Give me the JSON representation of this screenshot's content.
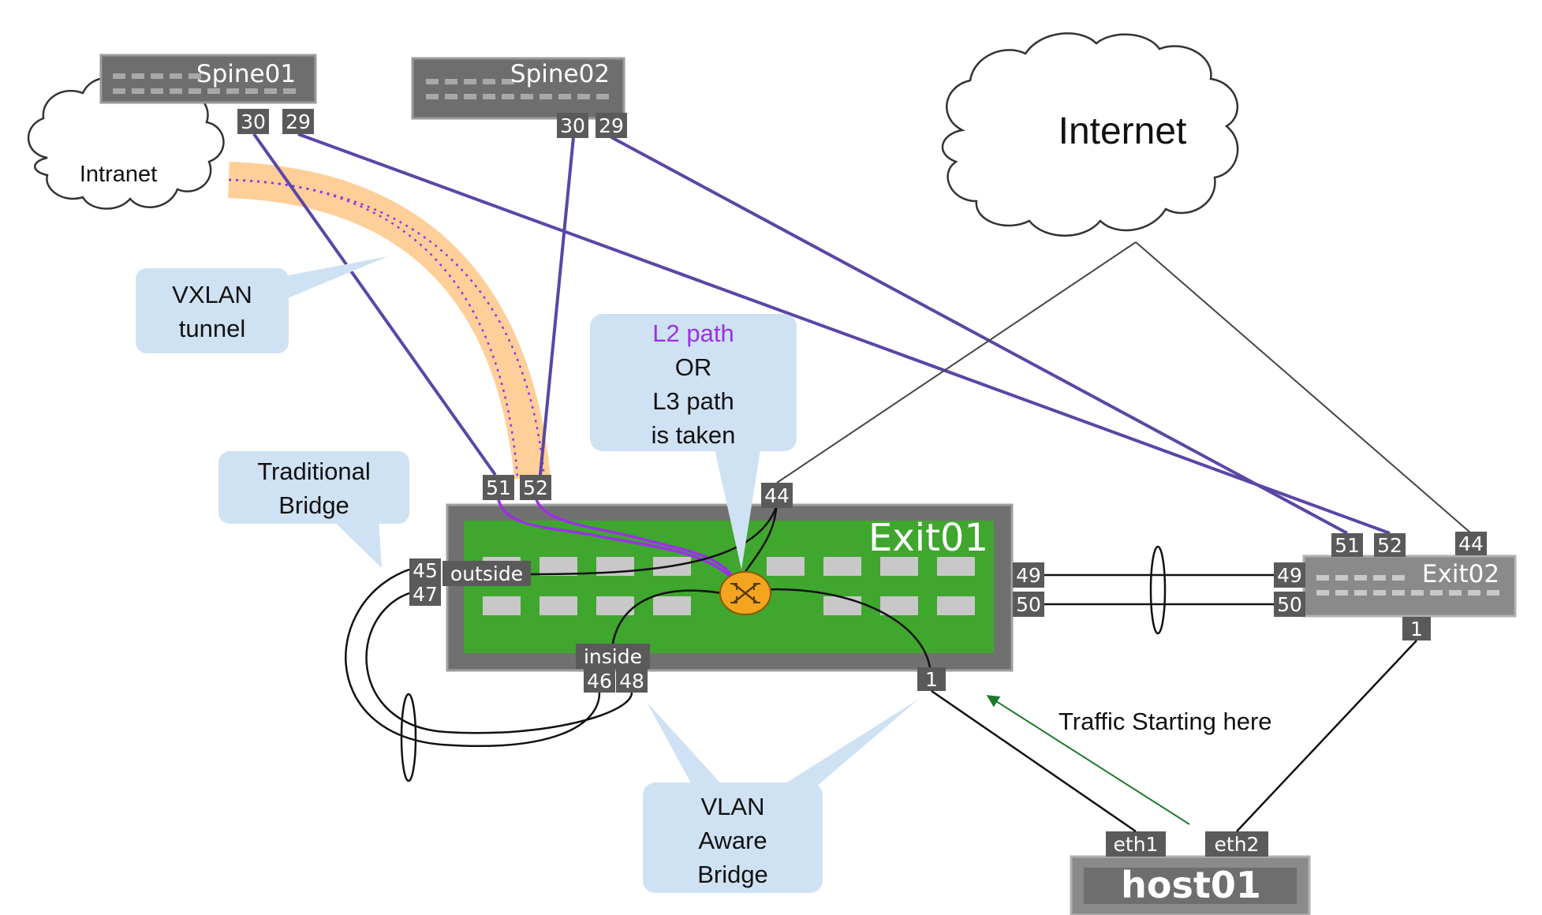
{
  "devices": {
    "spine01": {
      "name": "Spine01"
    },
    "spine02": {
      "name": "Spine02"
    },
    "exit01": {
      "name": "Exit01"
    },
    "exit02": {
      "name": "Exit02"
    },
    "host01": {
      "name": "host01"
    }
  },
  "clouds": {
    "intranet": "Intranet",
    "internet": "Internet"
  },
  "ports": {
    "spine01_30": "30",
    "spine01_29": "29",
    "spine02_30": "30",
    "spine02_29": "29",
    "exit01_51": "51",
    "exit01_52": "52",
    "exit01_44": "44",
    "exit01_45": "45",
    "exit01_47": "47",
    "exit01_outside": "outside",
    "exit01_inside": "inside",
    "exit01_46": "46",
    "exit01_48": "48",
    "exit01_1": "1",
    "exit01_49": "49",
    "exit01_50": "50",
    "exit02_51": "51",
    "exit02_52": "52",
    "exit02_44": "44",
    "exit02_49": "49",
    "exit02_50": "50",
    "exit02_1": "1",
    "host01_eth1": "eth1",
    "host01_eth2": "eth2"
  },
  "callouts": {
    "vxlan": [
      "VXLAN",
      "tunnel"
    ],
    "path": {
      "l2": "L2 path",
      "or": "OR",
      "l3a": "L3 path",
      "l3b": "is taken"
    },
    "traditional": [
      "Traditional",
      "Bridge"
    ],
    "vlan_aware": [
      "VLAN",
      "Aware",
      "Bridge"
    ]
  },
  "annotations": {
    "traffic": "Traffic Starting here"
  },
  "colors": {
    "link_purple": "#5b46a6",
    "l2_path": "#9b30e8",
    "device_gray": "#6e6e6e",
    "exit01_green": "#3fa62e",
    "callout_blue": "#cfe2f3",
    "tunnel_orange": "#ffcf99",
    "bridge_orange": "#f4a520",
    "traffic_arrow": "#1f7a2e",
    "port_box": "#5a5a5a"
  }
}
